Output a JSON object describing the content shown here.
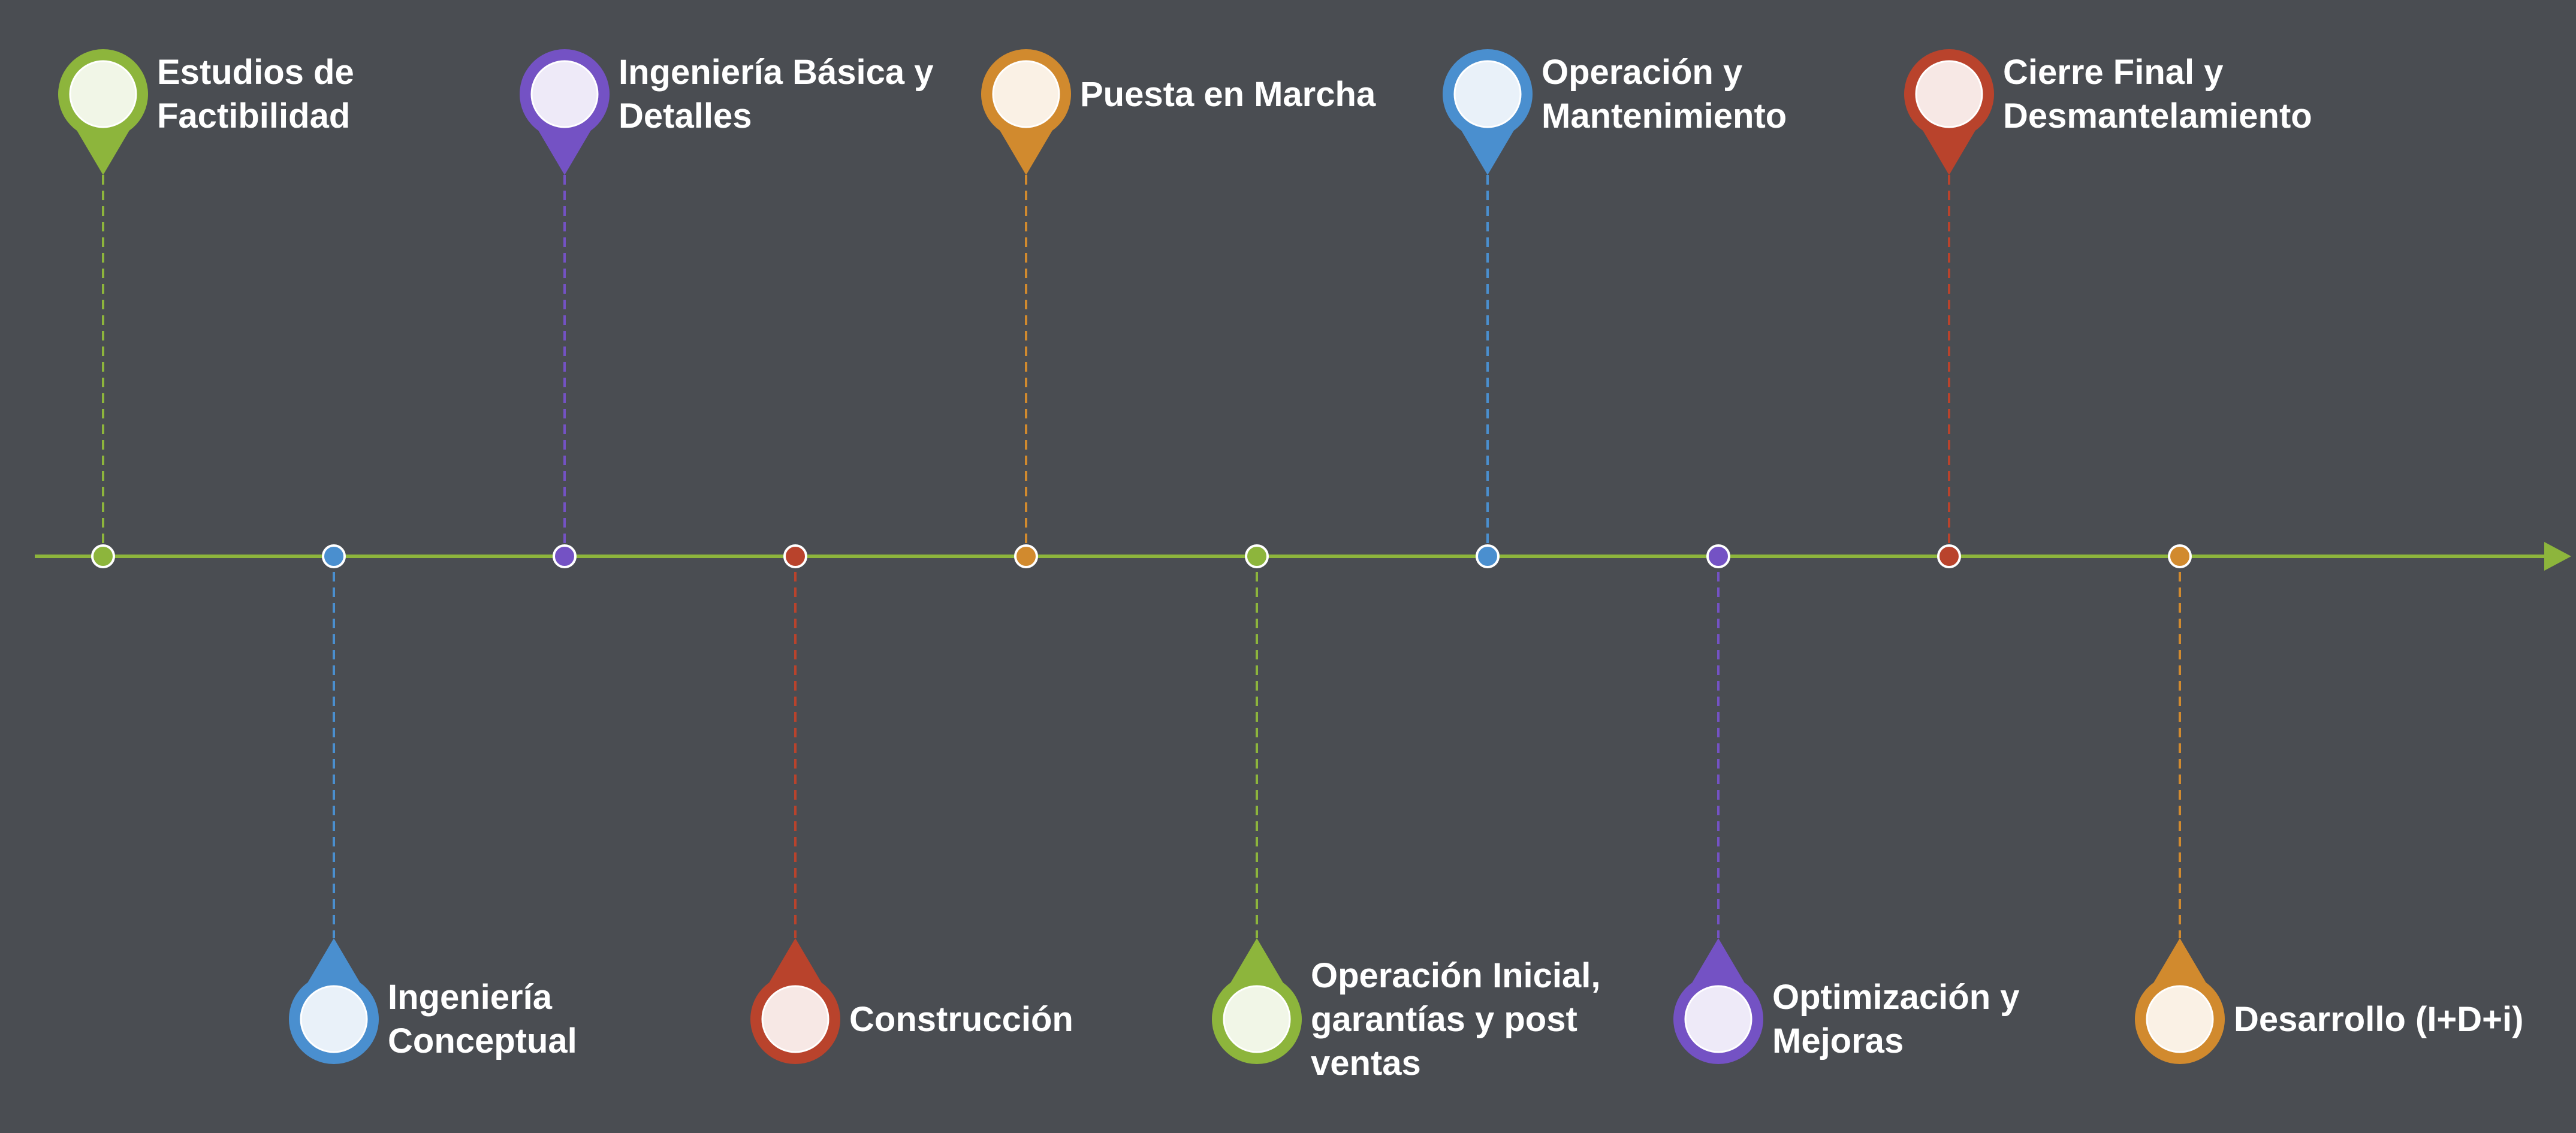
{
  "axis_color": "#8db53c",
  "stages": [
    {
      "lines": [
        "Estudios de",
        "Factibilidad"
      ],
      "color": "#8db53c",
      "side": "top"
    },
    {
      "lines": [
        "Ingeniería",
        "Conceptual"
      ],
      "color": "#4a8fcf",
      "side": "bottom"
    },
    {
      "lines": [
        "Ingeniería Básica y",
        "Detalles"
      ],
      "color": "#7452c4",
      "side": "top"
    },
    {
      "lines": [
        "Construcción"
      ],
      "color": "#b9432c",
      "side": "bottom"
    },
    {
      "lines": [
        "Puesta en Marcha"
      ],
      "color": "#d18a2e",
      "side": "top"
    },
    {
      "lines": [
        "Operación Inicial,",
        "garantías y post",
        "ventas"
      ],
      "color": "#8db53c",
      "side": "bottom"
    },
    {
      "lines": [
        "Operación y",
        "Mantenimiento"
      ],
      "color": "#4a8fcf",
      "side": "top"
    },
    {
      "lines": [
        "Optimización y",
        "Mejoras"
      ],
      "color": "#7452c4",
      "side": "bottom"
    },
    {
      "lines": [
        "Cierre Final y",
        "Desmantelamiento"
      ],
      "color": "#b9432c",
      "side": "top"
    },
    {
      "lines": [
        "Desarrollo (I+D+i)"
      ],
      "color": "#d18a2e",
      "side": "bottom"
    }
  ]
}
